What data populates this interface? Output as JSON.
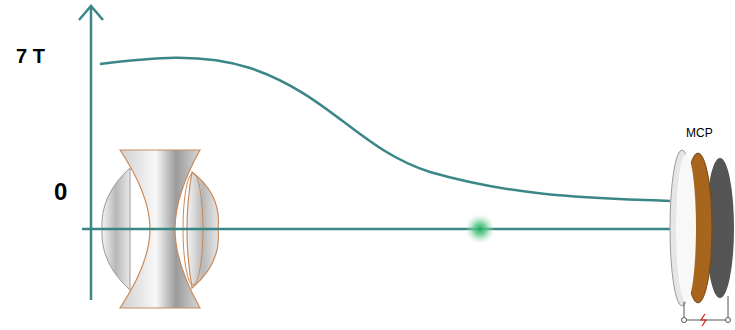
{
  "diagram": {
    "labels": [
      "7 T",
      "0",
      "MCP"
    ]
  }
}
